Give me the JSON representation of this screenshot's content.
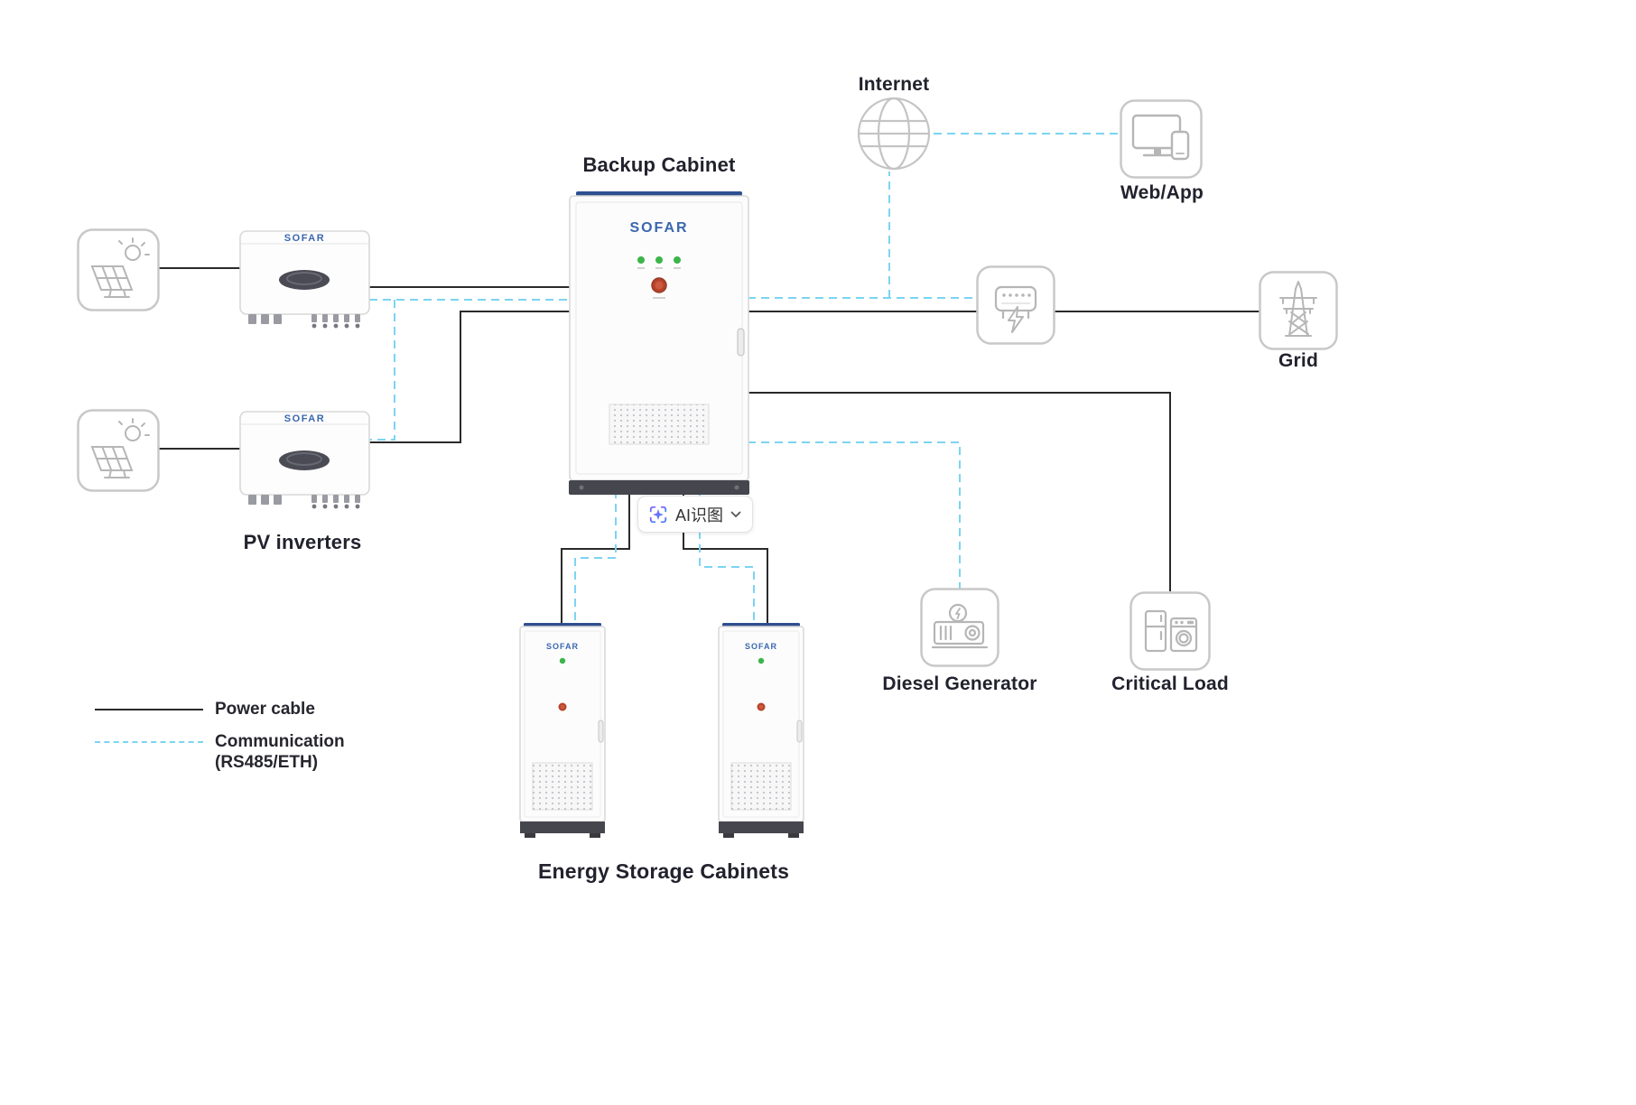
{
  "brand": {
    "logo": "SOFAR"
  },
  "nodes": {
    "backup_cabinet": {
      "label": "Backup Cabinet"
    },
    "pv_inverters": {
      "label": "PV inverters"
    },
    "energy_storage": {
      "label": "Energy Storage Cabinets"
    },
    "internet": {
      "label": "Internet"
    },
    "web_app": {
      "label": "Web/App"
    },
    "grid": {
      "label": "Grid"
    },
    "diesel_generator": {
      "label": "Diesel Generator"
    },
    "critical_load": {
      "label": "Critical Load"
    }
  },
  "legend": {
    "power": "Power cable",
    "comm_line1": "Communication",
    "comm_line2": "(RS485/ETH)"
  },
  "ai_tool": {
    "label": "AI识图"
  },
  "icons": [
    "solar-panel-icon",
    "pv-inverter-unit",
    "backup-cabinet-unit",
    "energy-storage-cabinet-unit",
    "internet-globe-icon",
    "web-app-devices-icon",
    "energy-meter-icon",
    "grid-pylon-icon",
    "diesel-generator-icon",
    "critical-load-appliances-icon",
    "ai-sparkle-icon",
    "chevron-down-icon"
  ],
  "colors": {
    "power_cable": "#2a2a2a",
    "communication": "#7cd4f2",
    "sofar_blue": "#3a67ae",
    "cabinet_top_blue": "#2e4f8f",
    "led_green": "#3cb54a",
    "button_red": "#b5432a",
    "icon_stroke": "#b6b6b6"
  }
}
